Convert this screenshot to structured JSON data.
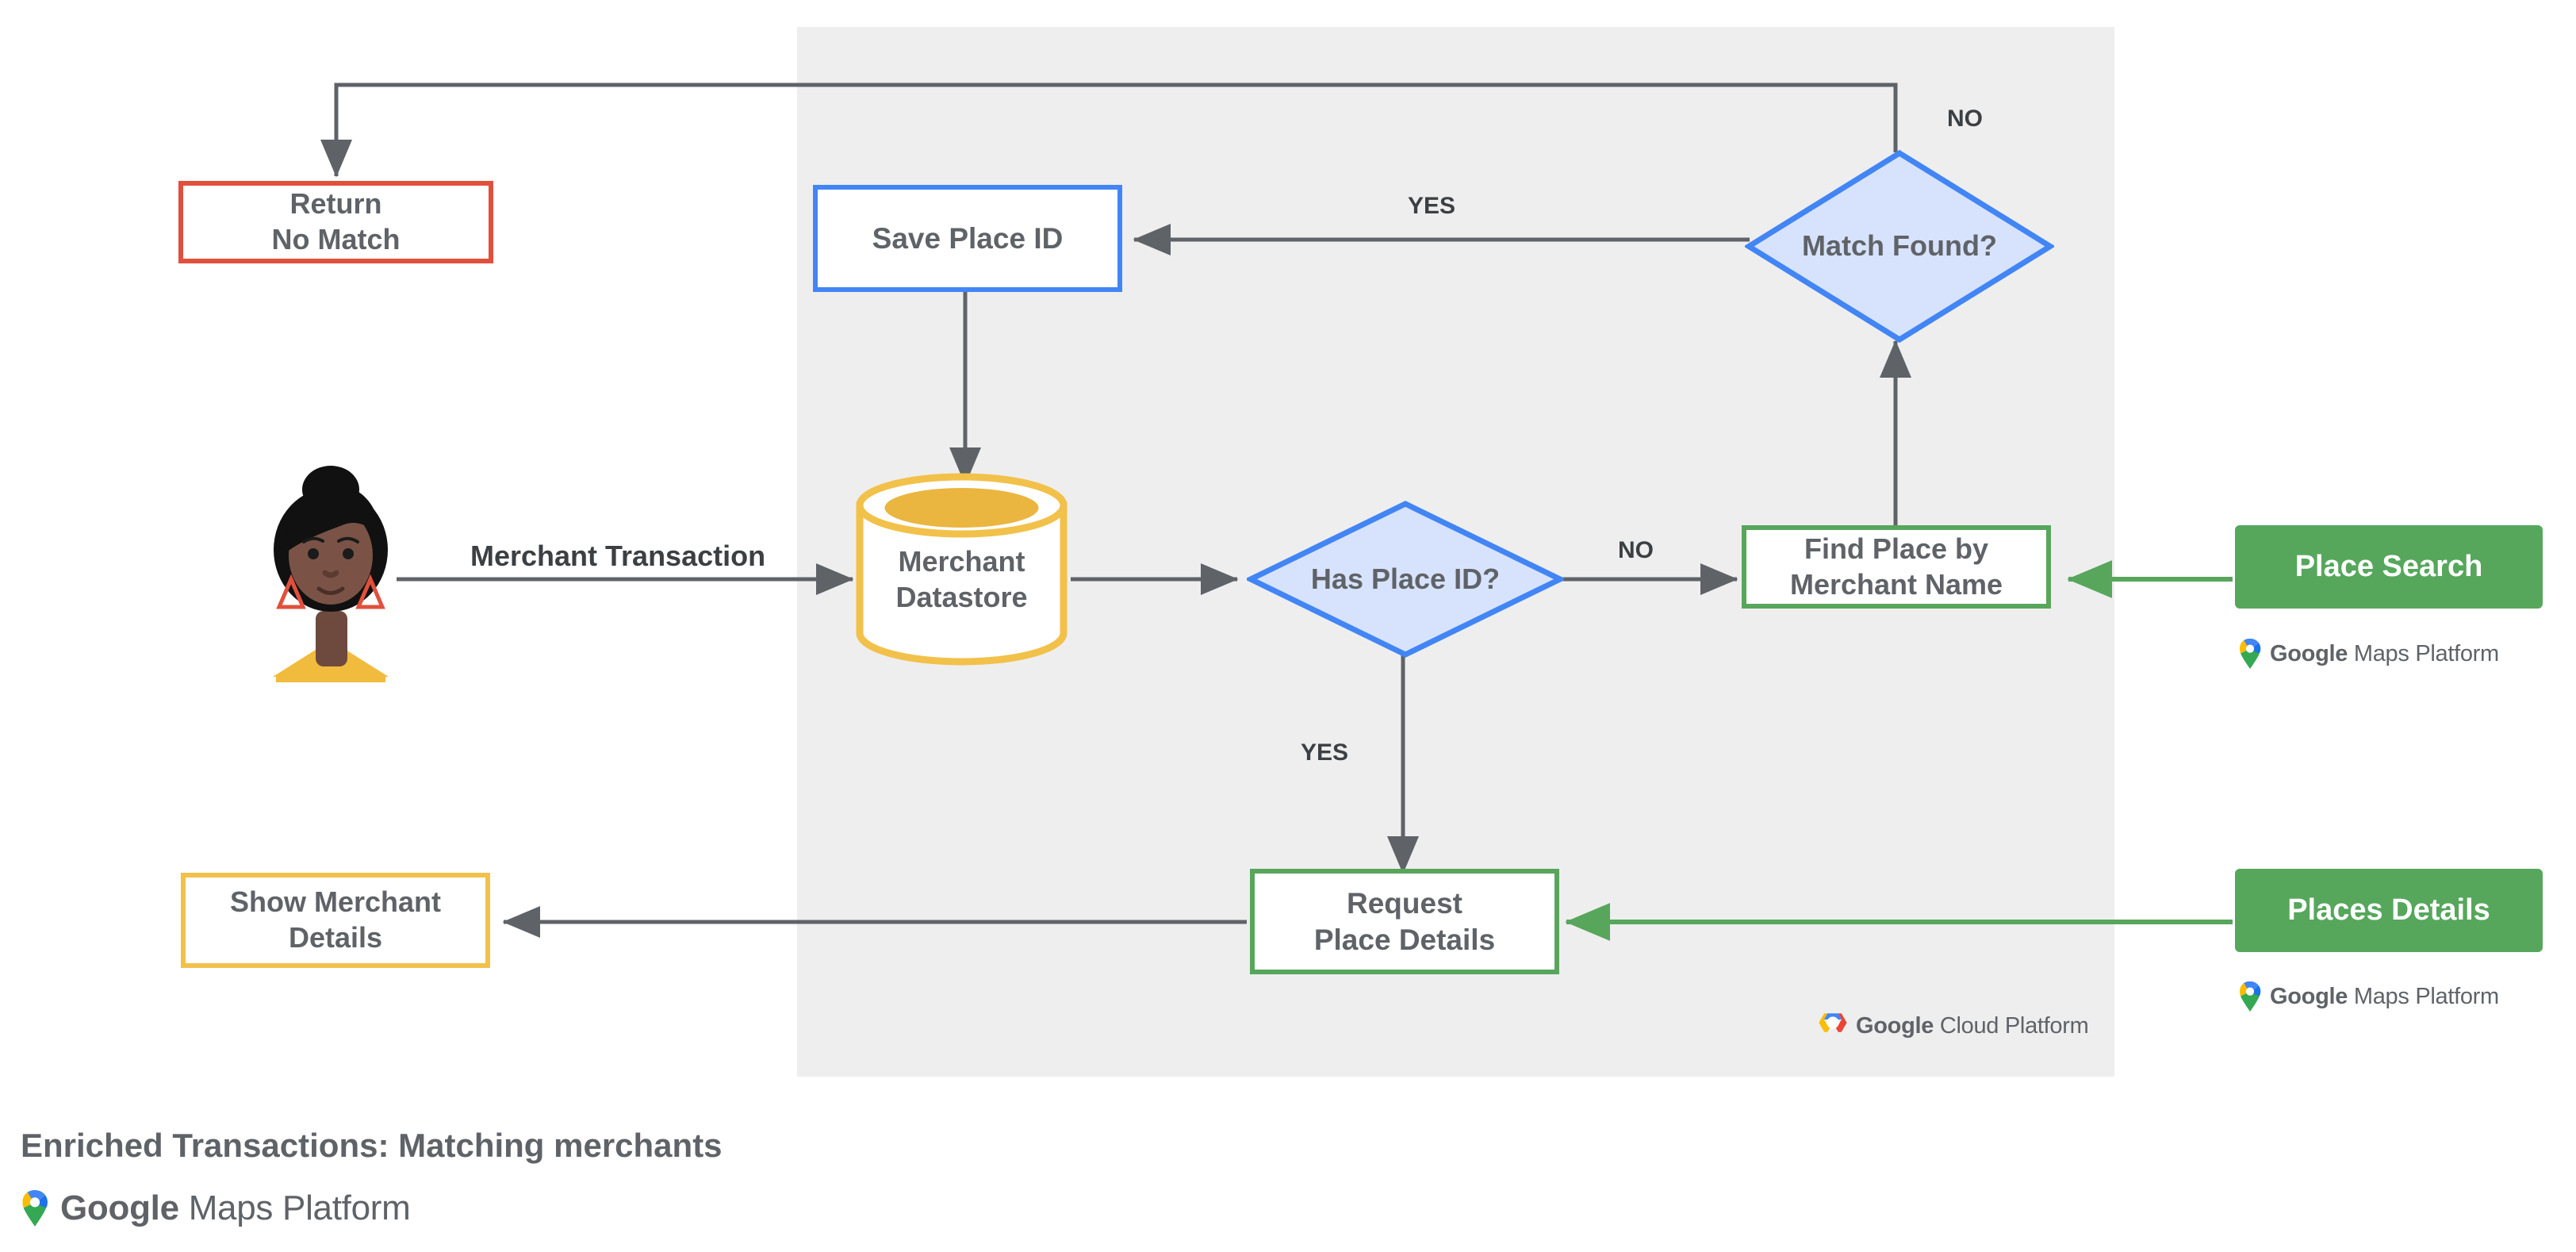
{
  "diagram": {
    "caption": "Enriched Transactions: Matching merchants",
    "platform_panel": {
      "name": "Google Cloud Platform",
      "logo_label_bold": "Google",
      "logo_label_light": "Cloud Platform",
      "background_color": "#eeeeee"
    },
    "colors": {
      "red": "#e0503d",
      "blue": "#4285f4",
      "blue_fill": "#d7e3fc",
      "green": "#58a65c",
      "green_solid": "#56a75c",
      "yellow": "#f2c14a",
      "arrow_gray": "#5f6368",
      "text_gray": "#5f6368",
      "panel_gray": "#eeeeee"
    },
    "actor": {
      "name": "merchant-customer-avatar",
      "skin": "#7a5346",
      "hair": "#1b1b1b",
      "shirt": "#f1bc3d",
      "earring": "#e0503d"
    },
    "nodes": [
      {
        "id": "return-no-match",
        "label_lines": [
          "Return",
          "No Match"
        ],
        "style": "outline-red",
        "shape": "rect"
      },
      {
        "id": "save-place-id",
        "label_lines": [
          "Save Place ID"
        ],
        "style": "outline-blue",
        "shape": "rect"
      },
      {
        "id": "merchant-datastore",
        "label_lines": [
          "Merchant",
          "Datastore"
        ],
        "style": "cylinder-yellow",
        "shape": "cylinder"
      },
      {
        "id": "has-place-id",
        "label_lines": [
          "Has",
          "Place ID?"
        ],
        "style": "diamond-blue",
        "shape": "diamond"
      },
      {
        "id": "match-found",
        "label_lines": [
          "Match",
          "Found?"
        ],
        "style": "diamond-blue",
        "shape": "diamond"
      },
      {
        "id": "find-place",
        "label_lines": [
          "Find Place by",
          "Merchant Name"
        ],
        "style": "outline-green",
        "shape": "rect"
      },
      {
        "id": "request-details",
        "label_lines": [
          "Request",
          "Place Details"
        ],
        "style": "outline-green",
        "shape": "rect"
      },
      {
        "id": "show-merchant",
        "label_lines": [
          "Show Merchant",
          "Details"
        ],
        "style": "outline-yellow",
        "shape": "rect"
      },
      {
        "id": "place-search",
        "label_lines": [
          "Place Search"
        ],
        "style": "solid-green",
        "shape": "chip"
      },
      {
        "id": "places-details",
        "label_lines": [
          "Places Details"
        ],
        "style": "solid-green",
        "shape": "chip"
      }
    ],
    "edge_labels": {
      "merchant_transaction": "Merchant Transaction",
      "has_place_id_no": "NO",
      "has_place_id_yes": "YES",
      "match_found_yes": "YES",
      "match_found_no": "NO"
    },
    "logos": {
      "maps_bold": "Google",
      "maps_light": "Maps Platform",
      "cloud_bold": "Google",
      "cloud_light": "Cloud Platform"
    }
  }
}
